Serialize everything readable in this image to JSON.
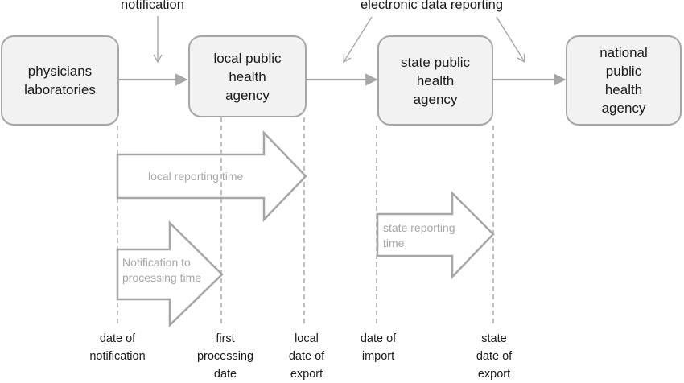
{
  "top_labels": {
    "notification": "notification",
    "electronic_reporting": "electronic data reporting"
  },
  "boxes": {
    "physicians": [
      "physicians",
      "laboratories"
    ],
    "local": [
      "local public",
      "health",
      "agency"
    ],
    "state": [
      "state public",
      "health",
      "agency"
    ],
    "national": [
      "national",
      "public",
      "health",
      "agency"
    ]
  },
  "time_arrows": {
    "local_reporting": [
      "local reporting time"
    ],
    "notification_processing": [
      "Notification to",
      "processing time"
    ],
    "state_reporting": [
      "state reporting",
      "time"
    ]
  },
  "bottom_labels": {
    "date_of_notification": [
      "date of",
      "notification"
    ],
    "first_processing": [
      "first",
      "processing",
      "date"
    ],
    "local_export": [
      "local",
      "date of",
      "export"
    ],
    "date_of_import": [
      "date of",
      "import"
    ],
    "state_export": [
      "state",
      "date of",
      "export"
    ]
  },
  "colors": {
    "box_fill": "#f2f2f2",
    "line_gray": "#a6a6a6",
    "text": "#1a1a1a"
  }
}
